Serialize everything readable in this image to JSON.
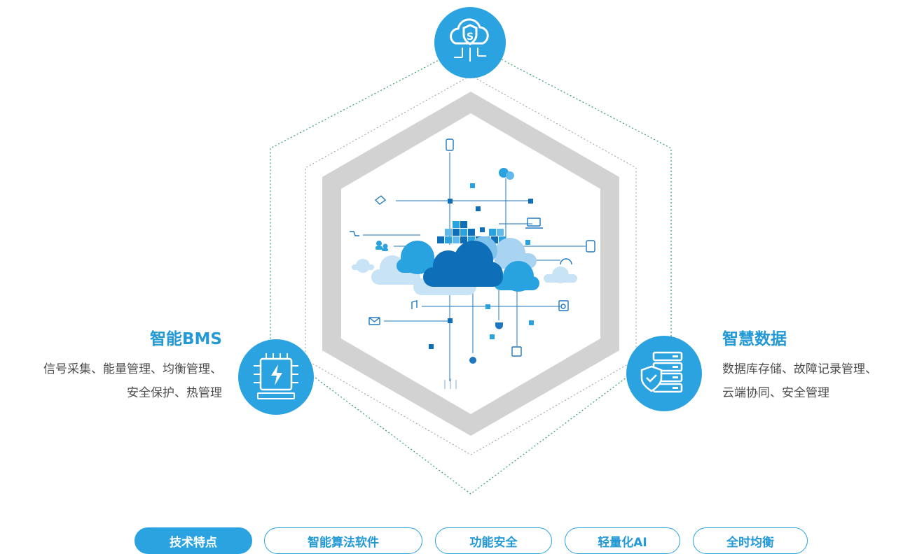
{
  "features": {
    "left": {
      "title": "智能BMS",
      "desc_line1": "信号采集、能量管理、均衡管理、",
      "desc_line2": "安全保护、热管理"
    },
    "right": {
      "title": "智慧数据",
      "desc_line1": "数据库存储、故障记录管理、",
      "desc_line2": "云端协同、安全管理"
    }
  },
  "tabs": [
    {
      "label": "技术特点",
      "active": true
    },
    {
      "label": "智能算法软件",
      "active": false
    },
    {
      "label": "功能安全",
      "active": false
    },
    {
      "label": "轻量化AI",
      "active": false
    },
    {
      "label": "全时均衡",
      "active": false
    }
  ],
  "colors": {
    "accent": "#2aa3e0",
    "title_blue": "#2399d6",
    "hexagon_gray": "#d2d2d2",
    "dotted_green": "#2e9d63",
    "cloud_dark": "#0e6fb8"
  },
  "icons": {
    "top": "cloud-security-icon",
    "left": "battery-chip-icon",
    "right": "database-shield-icon"
  }
}
